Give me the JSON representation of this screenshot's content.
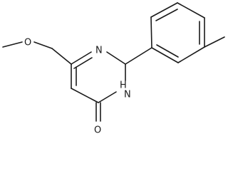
{
  "molecule": {
    "atoms": {
      "methoxy_oxygen": "O",
      "ring_nitrogen_top": "N",
      "ring_nh_nitrogen": "H",
      "ring_nh_hydrogen": "N",
      "carbonyl_oxygen": "O"
    }
  }
}
